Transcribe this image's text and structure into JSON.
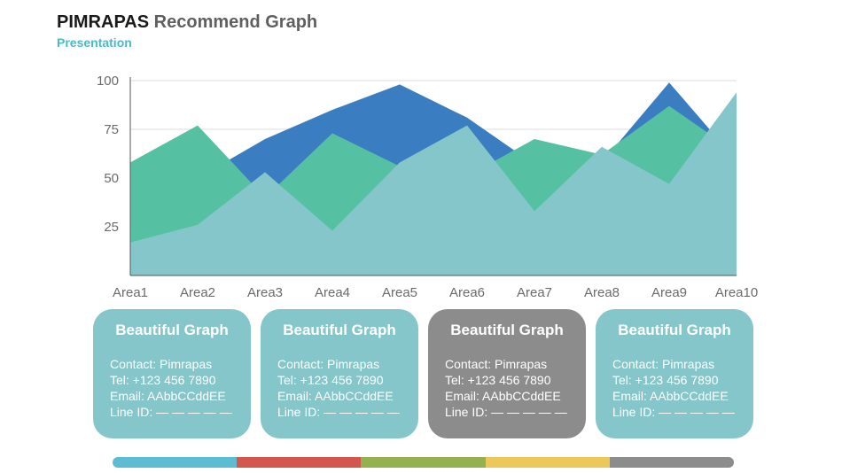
{
  "header": {
    "brand": "PIMRAPAS",
    "title_rest": "Recommend Graph",
    "subtitle": "Presentation"
  },
  "chart_data": {
    "type": "area",
    "categories": [
      "Area1",
      "Area2",
      "Area3",
      "Area4",
      "Area5",
      "Area6",
      "Area7",
      "Area8",
      "Area9",
      "Area10"
    ],
    "ylim": [
      0,
      100
    ],
    "yticks": [
      25,
      50,
      75,
      100
    ],
    "grid": true,
    "series": [
      {
        "values": [
          42,
          50,
          70,
          85,
          98,
          81,
          57,
          58,
          99,
          59
        ],
        "color": "#3a7dc1"
      },
      {
        "values": [
          58,
          77,
          40,
          73,
          56,
          51,
          70,
          62,
          87,
          63
        ],
        "color": "#56c0a2"
      },
      {
        "values": [
          17,
          26,
          53,
          23,
          58,
          77,
          33,
          66,
          47,
          94
        ],
        "color": "#84c6c9"
      }
    ]
  },
  "cards": [
    {
      "title": "Beautiful Graph",
      "contact": "Contact: Pimrapas",
      "tel": "Tel: +123 456 7890",
      "email": "Email: AAbbCCddEE",
      "line": "Line ID: — — — — —",
      "color": "#84c6c9"
    },
    {
      "title": "Beautiful Graph",
      "contact": "Contact: Pimrapas",
      "tel": "Tel: +123 456 7890",
      "email": "Email: AAbbCCddEE",
      "line": "Line ID: — — — — —",
      "color": "#84c6c9"
    },
    {
      "title": "Beautiful Graph",
      "contact": "Contact: Pimrapas",
      "tel": "Tel: +123 456 7890",
      "email": "Email: AAbbCCddEE",
      "line": "Line ID: — — — — —",
      "color": "#8c8c8c"
    },
    {
      "title": "Beautiful Graph",
      "contact": "Contact: Pimrapas",
      "tel": "Tel: +123 456 7890",
      "email": "Email: AAbbCCddEE",
      "line": "Line ID: — — — — —",
      "color": "#84c6c9"
    }
  ],
  "color_bar": [
    "#5bbcd2",
    "#d4574e",
    "#93b14f",
    "#ecc85a",
    "#8c8c8c"
  ]
}
